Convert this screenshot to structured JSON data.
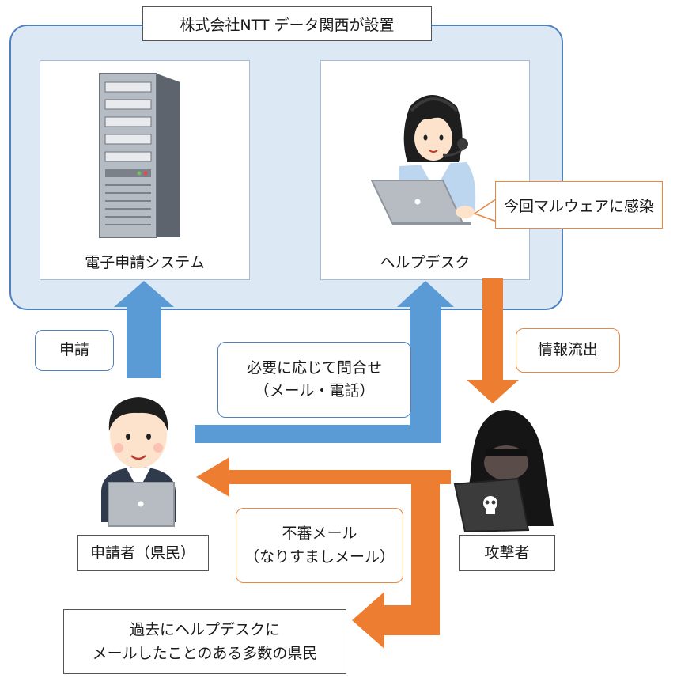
{
  "title": "株式会社NTT データ関西が設置",
  "system_label": "電子申請システム",
  "helpdesk_label": "ヘルプデスク",
  "infection_callout": "今回マルウェアに感染",
  "apply_label": "申請",
  "inquiry_label_line1": "必要に応じて問合せ",
  "inquiry_label_line2": "（メール・電話）",
  "leak_label": "情報流出",
  "suspicious_label_line1": "不審メール",
  "suspicious_label_line2": "（なりすましメール）",
  "applicant_label": "申請者（県民）",
  "attacker_label": "攻撃者",
  "victims_label_line1": "過去にヘルプデスクに",
  "victims_label_line2": "メールしたことのある多数の県民",
  "colors": {
    "blue_arrow": "#5b9bd5",
    "orange_arrow": "#ed7d31",
    "container_fill": "#dde8f5",
    "container_border": "#4f81bd"
  }
}
